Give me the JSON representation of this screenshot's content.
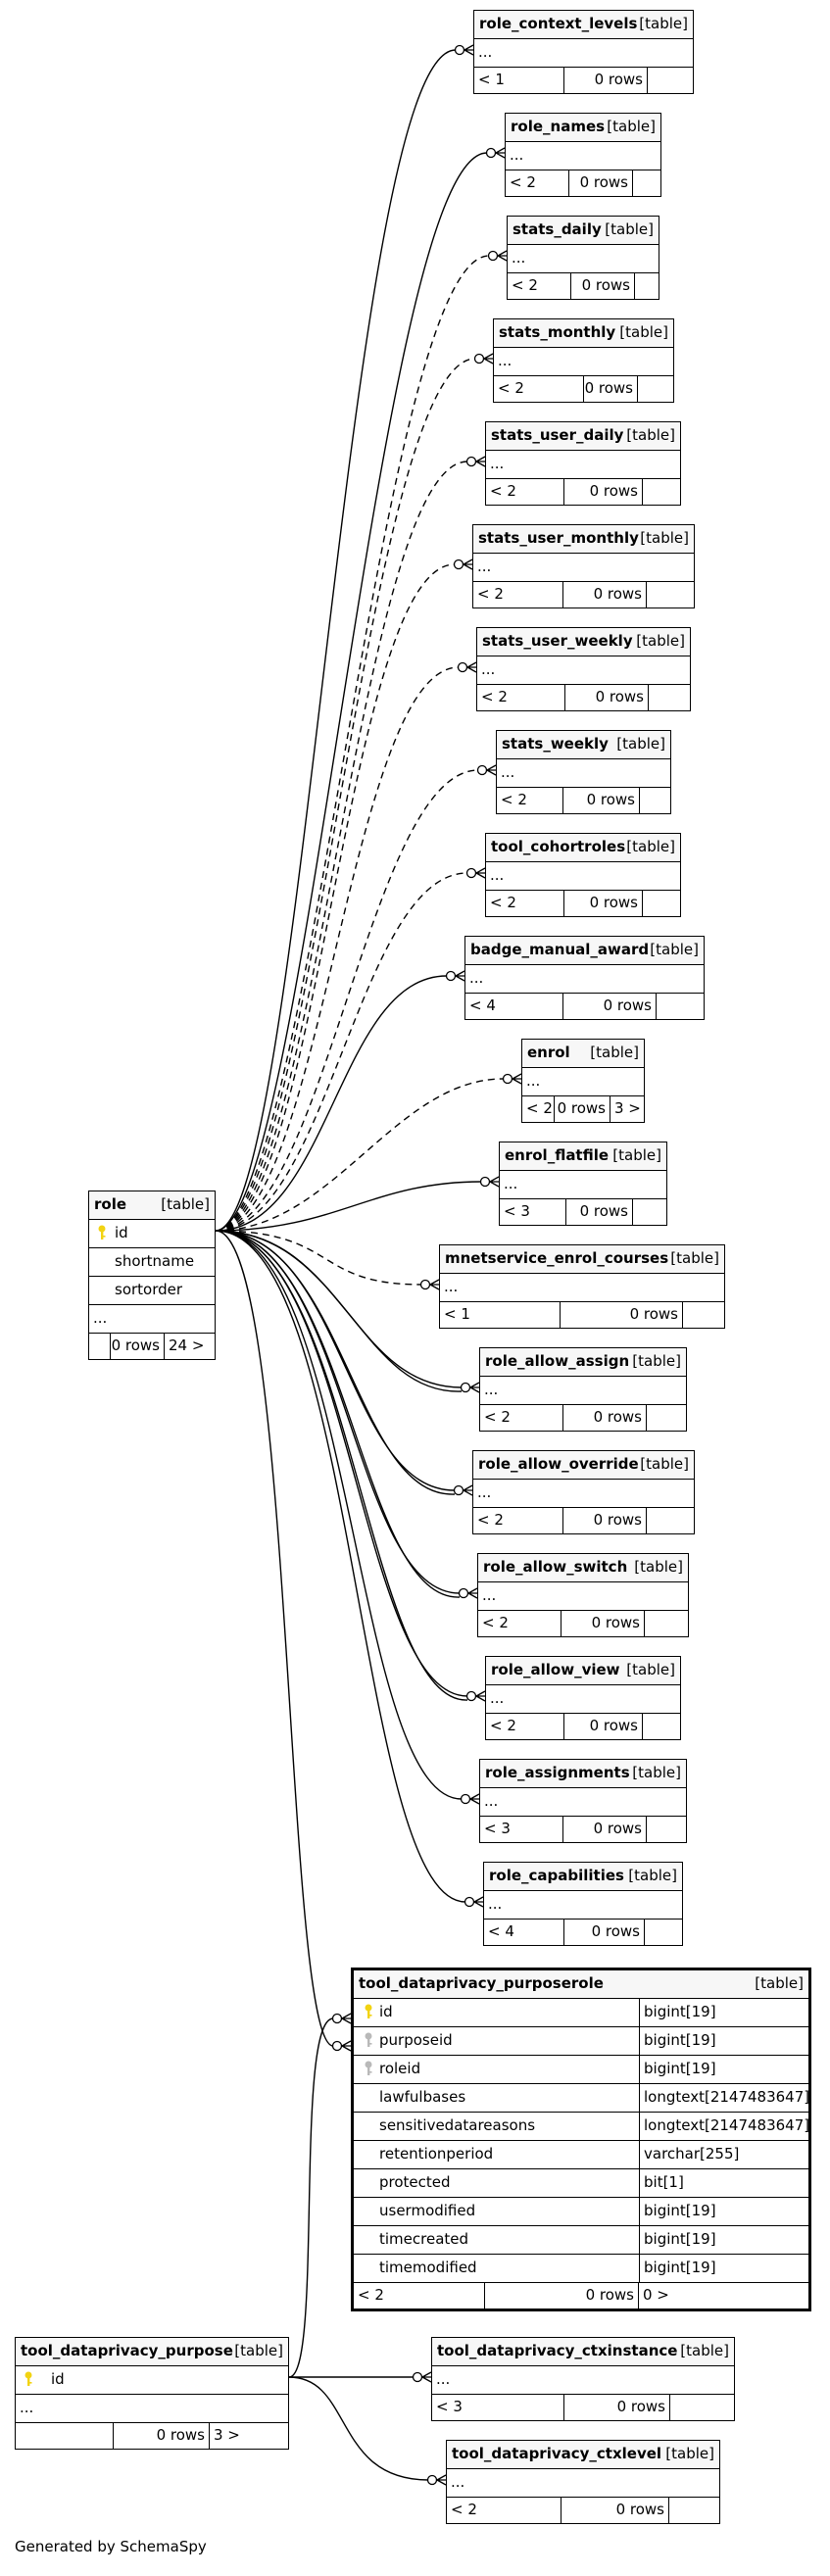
{
  "footer": {
    "generated": "Generated by SchemaSpy"
  },
  "colors": {
    "pk_key": "#f2d312",
    "fk_key": "#b9b9b9",
    "header_bg": "#f7f7f7"
  },
  "tables": [
    {
      "name": "role_context_levels",
      "type": "[table]",
      "row1": "...",
      "foot_left": "< 1",
      "rows": "0 rows",
      "foot_right": ""
    },
    {
      "name": "role_names",
      "type": "[table]",
      "row1": "...",
      "foot_left": "< 2",
      "rows": "0 rows",
      "foot_right": ""
    },
    {
      "name": "stats_daily",
      "type": "[table]",
      "row1": "...",
      "foot_left": "< 2",
      "rows": "0 rows",
      "foot_right": ""
    },
    {
      "name": "stats_monthly",
      "type": "[table]",
      "row1": "...",
      "foot_left": "< 2",
      "rows": "0 rows",
      "foot_right": ""
    },
    {
      "name": "stats_user_daily",
      "type": "[table]",
      "row1": "...",
      "foot_left": "< 2",
      "rows": "0 rows",
      "foot_right": ""
    },
    {
      "name": "stats_user_monthly",
      "type": "[table]",
      "row1": "...",
      "foot_left": "< 2",
      "rows": "0 rows",
      "foot_right": ""
    },
    {
      "name": "stats_user_weekly",
      "type": "[table]",
      "row1": "...",
      "foot_left": "< 2",
      "rows": "0 rows",
      "foot_right": ""
    },
    {
      "name": "stats_weekly",
      "type": "[table]",
      "row1": "...",
      "foot_left": "< 2",
      "rows": "0 rows",
      "foot_right": ""
    },
    {
      "name": "tool_cohortroles",
      "type": "[table]",
      "row1": "...",
      "foot_left": "< 2",
      "rows": "0 rows",
      "foot_right": ""
    },
    {
      "name": "badge_manual_award",
      "type": "[table]",
      "row1": "...",
      "foot_left": "< 4",
      "rows": "0 rows",
      "foot_right": ""
    },
    {
      "name": "enrol",
      "type": "[table]",
      "row1": "...",
      "foot_left": "< 2",
      "rows": "0 rows",
      "foot_right": "3 >"
    },
    {
      "name": "enrol_flatfile",
      "type": "[table]",
      "row1": "...",
      "foot_left": "< 3",
      "rows": "0 rows",
      "foot_right": ""
    },
    {
      "name": "mnetservice_enrol_courses",
      "type": "[table]",
      "row1": "...",
      "foot_left": "< 1",
      "rows": "0 rows",
      "foot_right": ""
    },
    {
      "name": "role_allow_assign",
      "type": "[table]",
      "row1": "...",
      "foot_left": "< 2",
      "rows": "0 rows",
      "foot_right": ""
    },
    {
      "name": "role_allow_override",
      "type": "[table]",
      "row1": "...",
      "foot_left": "< 2",
      "rows": "0 rows",
      "foot_right": ""
    },
    {
      "name": "role_allow_switch",
      "type": "[table]",
      "row1": "...",
      "foot_left": "< 2",
      "rows": "0 rows",
      "foot_right": ""
    },
    {
      "name": "role_allow_view",
      "type": "[table]",
      "row1": "...",
      "foot_left": "< 2",
      "rows": "0 rows",
      "foot_right": ""
    },
    {
      "name": "role_assignments",
      "type": "[table]",
      "row1": "...",
      "foot_left": "< 3",
      "rows": "0 rows",
      "foot_right": ""
    },
    {
      "name": "role_capabilities",
      "type": "[table]",
      "row1": "...",
      "foot_left": "< 4",
      "rows": "0 rows",
      "foot_right": ""
    },
    {
      "name": "tool_dataprivacy_ctxinstance",
      "type": "[table]",
      "row1": "...",
      "foot_left": "< 3",
      "rows": "0 rows",
      "foot_right": ""
    },
    {
      "name": "tool_dataprivacy_ctxlevel",
      "type": "[table]",
      "row1": "...",
      "foot_left": "< 2",
      "rows": "0 rows",
      "foot_right": ""
    }
  ],
  "role": {
    "name": "role",
    "type": "[table]",
    "columns": [
      "id",
      "shortname",
      "sortorder",
      "..."
    ],
    "foot_left": "",
    "rows": "0 rows",
    "foot_right": "24 >"
  },
  "purpose": {
    "name": "tool_dataprivacy_purpose",
    "type": "[table]",
    "columns": [
      "id",
      "..."
    ],
    "foot_left": "",
    "rows": "0 rows",
    "foot_right": "3 >"
  },
  "purposerole": {
    "name": "tool_dataprivacy_purposerole",
    "type": "[table]",
    "columns": [
      {
        "name": "id",
        "type": "bigint[19]",
        "key": "pk"
      },
      {
        "name": "purposeid",
        "type": "bigint[19]",
        "key": "fk"
      },
      {
        "name": "roleid",
        "type": "bigint[19]",
        "key": "fk"
      },
      {
        "name": "lawfulbases",
        "type": "longtext[2147483647]",
        "key": ""
      },
      {
        "name": "sensitivedatareasons",
        "type": "longtext[2147483647]",
        "key": ""
      },
      {
        "name": "retentionperiod",
        "type": "varchar[255]",
        "key": ""
      },
      {
        "name": "protected",
        "type": "bit[1]",
        "key": ""
      },
      {
        "name": "usermodified",
        "type": "bigint[19]",
        "key": ""
      },
      {
        "name": "timecreated",
        "type": "bigint[19]",
        "key": ""
      },
      {
        "name": "timemodified",
        "type": "bigint[19]",
        "key": ""
      }
    ],
    "foot_left": "< 2",
    "rows": "0 rows",
    "foot_right": "0 >"
  }
}
